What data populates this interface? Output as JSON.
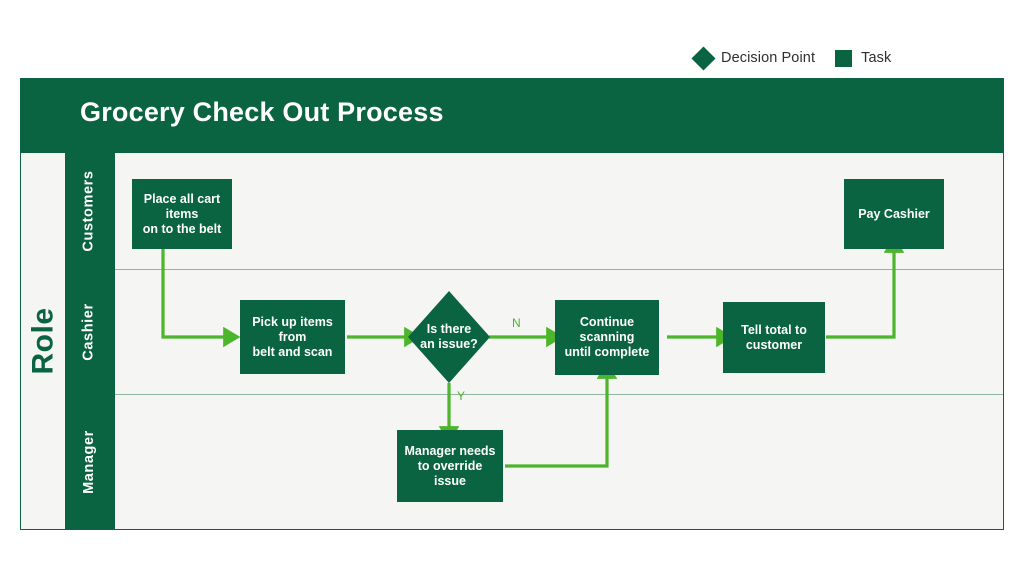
{
  "legend": {
    "items": [
      {
        "icon": "diamond-icon",
        "label": "Decision Point",
        "color": "#0a6341"
      },
      {
        "icon": "square-icon",
        "label": "Task",
        "color": "#0a6341"
      }
    ]
  },
  "diagram": {
    "title": "Grocery Check Out Process",
    "role_header": "Role",
    "colors": {
      "brand_dark_green": "#0a6341",
      "connector_green": "#4cb52b",
      "lane_background": "#f5f5f4",
      "lane_divider": "#8fb8a4"
    },
    "lanes": [
      {
        "id": "customers",
        "label": "Customers"
      },
      {
        "id": "cashier",
        "label": "Cashier"
      },
      {
        "id": "manager",
        "label": "Manager"
      }
    ],
    "nodes": [
      {
        "id": "place-items",
        "type": "task",
        "lane": "customers",
        "label": "Place all cart\nitems\non to the belt"
      },
      {
        "id": "pay-cashier",
        "type": "task",
        "lane": "customers",
        "label": "Pay Cashier"
      },
      {
        "id": "pick-up-items",
        "type": "task",
        "lane": "cashier",
        "label": "Pick up items\nfrom\nbelt and scan"
      },
      {
        "id": "is-there-an-issue",
        "type": "decision",
        "lane": "cashier",
        "label": "Is there\nan issue?"
      },
      {
        "id": "continue-scanning",
        "type": "task",
        "lane": "cashier",
        "label": "Continue\nscanning\nuntil complete"
      },
      {
        "id": "tell-total",
        "type": "task",
        "lane": "cashier",
        "label": "Tell total to\ncustomer"
      },
      {
        "id": "manager-override",
        "type": "task",
        "lane": "manager",
        "label": "Manager needs\nto override\nissue"
      }
    ],
    "edges": [
      {
        "from": "place-items",
        "to": "pick-up-items",
        "label": ""
      },
      {
        "from": "pick-up-items",
        "to": "is-there-an-issue",
        "label": ""
      },
      {
        "from": "is-there-an-issue",
        "to": "continue-scanning",
        "label": "N"
      },
      {
        "from": "is-there-an-issue",
        "to": "manager-override",
        "label": "Y"
      },
      {
        "from": "manager-override",
        "to": "continue-scanning",
        "label": ""
      },
      {
        "from": "continue-scanning",
        "to": "tell-total",
        "label": ""
      },
      {
        "from": "tell-total",
        "to": "pay-cashier",
        "label": ""
      }
    ]
  }
}
